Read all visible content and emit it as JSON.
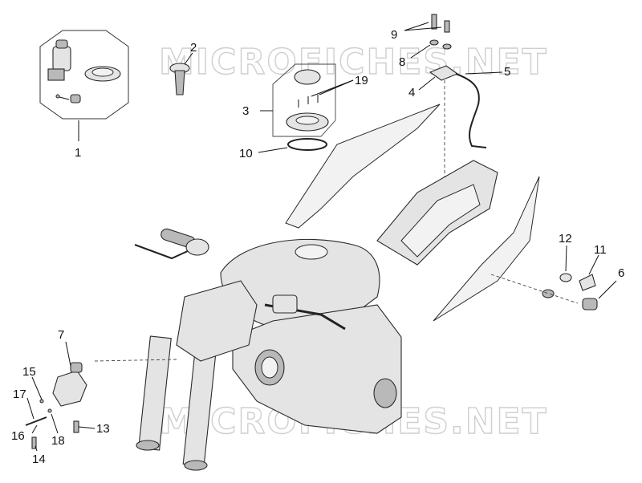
{
  "watermark": "MICROFICHES.NET",
  "callouts": {
    "c1": "1",
    "c2": "2",
    "c3": "3",
    "c4": "4",
    "c5": "5",
    "c6": "6",
    "c7": "7",
    "c8": "8",
    "c9": "9",
    "c10": "10",
    "c11": "11",
    "c12": "12",
    "c13": "13",
    "c14": "14",
    "c15": "15",
    "c16": "16",
    "c17": "17",
    "c18": "18",
    "c19": "19"
  }
}
